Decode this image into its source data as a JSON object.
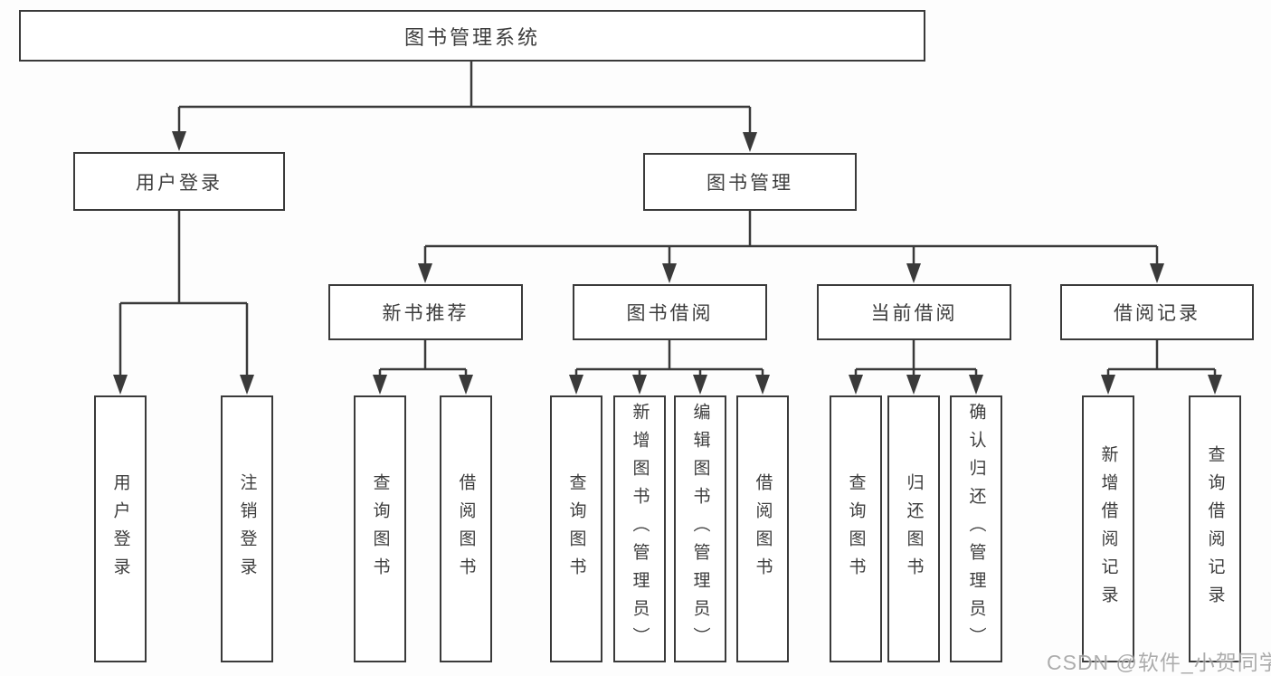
{
  "diagram": {
    "root": {
      "label": "图书管理系统"
    },
    "branches": [
      {
        "label": "用户登录",
        "children": [
          {
            "label": "用户登录"
          },
          {
            "label": "注销登录"
          }
        ]
      },
      {
        "label": "图书管理",
        "groups": [
          {
            "label": "新书推荐",
            "children": [
              {
                "label": "查询图书"
              },
              {
                "label": "借阅图书"
              }
            ]
          },
          {
            "label": "图书借阅",
            "children": [
              {
                "label": "查询图书"
              },
              {
                "label": "新增图书（管理员）"
              },
              {
                "label": "编辑图书（管理员）"
              },
              {
                "label": "借阅图书"
              }
            ]
          },
          {
            "label": "当前借阅",
            "children": [
              {
                "label": "查询图书"
              },
              {
                "label": "归还图书"
              },
              {
                "label": "确认归还（管理员）"
              }
            ]
          },
          {
            "label": "借阅记录",
            "children": [
              {
                "label": "新增借阅记录"
              },
              {
                "label": "查询借阅记录"
              }
            ]
          }
        ]
      }
    ],
    "watermark": "CSDN @软件_小贺同学",
    "colors": {
      "line": "#3a3a3a",
      "text": "#3d3d3d",
      "box_background": "#ffffff",
      "page_background": "#fdfdfd",
      "watermark": "#9f9f9f"
    }
  }
}
